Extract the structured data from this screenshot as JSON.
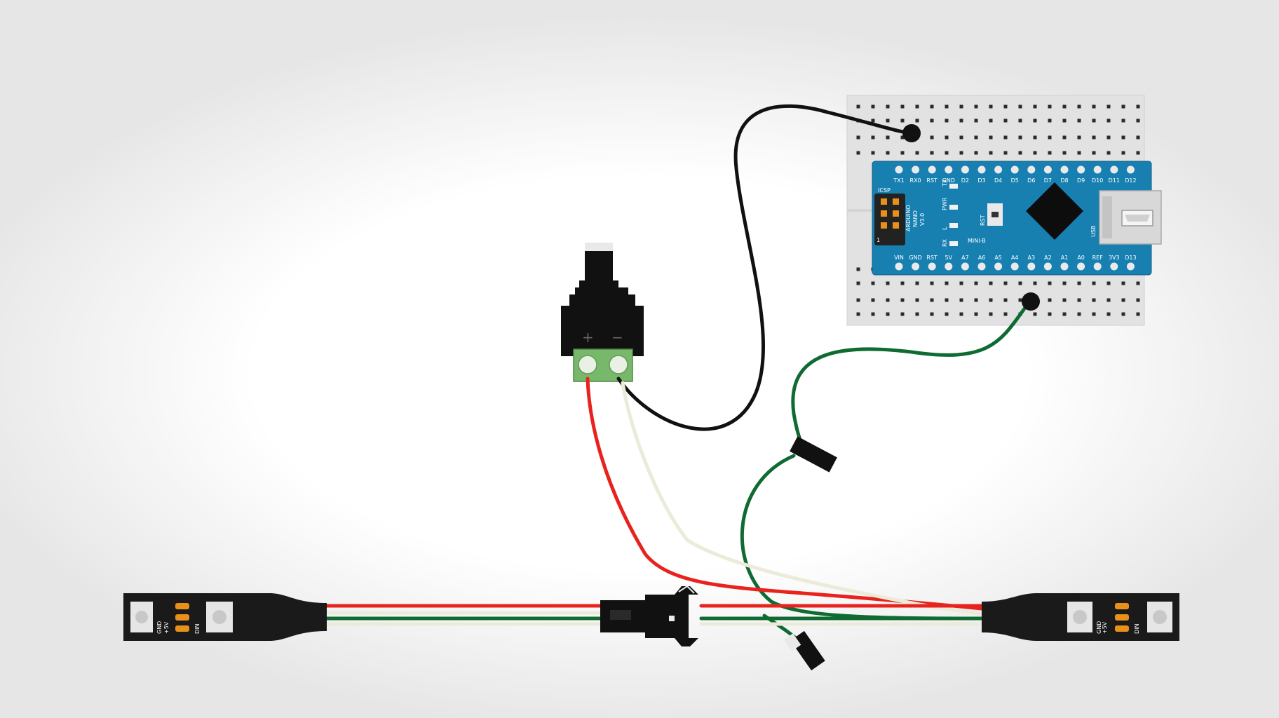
{
  "colors": {
    "board_blue": "#1780b1",
    "wire_red": "#e8231e",
    "wire_green": "#0f6b32",
    "wire_white": "#ecebd9",
    "wire_black": "#111111",
    "terminal_green": "#77b86a",
    "breadboard": "#e2e2e2",
    "strip": "#1a1a1a",
    "pad_orange": "#e8901a"
  },
  "arduino": {
    "name_line1": "ARDUINO",
    "name_line2": "NANO",
    "version": "V3.0",
    "icsp_label": "ICSP",
    "pin_label_1": "1",
    "top_pins": [
      "TX1",
      "RX0",
      "RST",
      "GND",
      "D2",
      "D3",
      "D4",
      "D5",
      "D6",
      "D7",
      "D8",
      "D9",
      "D10",
      "D11",
      "D12"
    ],
    "bottom_pins": [
      "VIN",
      "GND",
      "RST",
      "5V",
      "A7",
      "A6",
      "A5",
      "A4",
      "A3",
      "A2",
      "A1",
      "A0",
      "REF",
      "3V3",
      "D13"
    ],
    "led_labels": [
      "TX",
      "RX",
      "PWR",
      "L"
    ],
    "rst_label": "RST",
    "usb_label": "USB",
    "mini_label": "MINI-B"
  },
  "dc_jack": {
    "plus_label": "+",
    "minus_label": "−"
  },
  "strip_left": {
    "labels": [
      "+5V",
      "DIN",
      "GND"
    ]
  },
  "strip_right": {
    "labels": [
      "+5V",
      "DIN",
      "GND"
    ]
  }
}
